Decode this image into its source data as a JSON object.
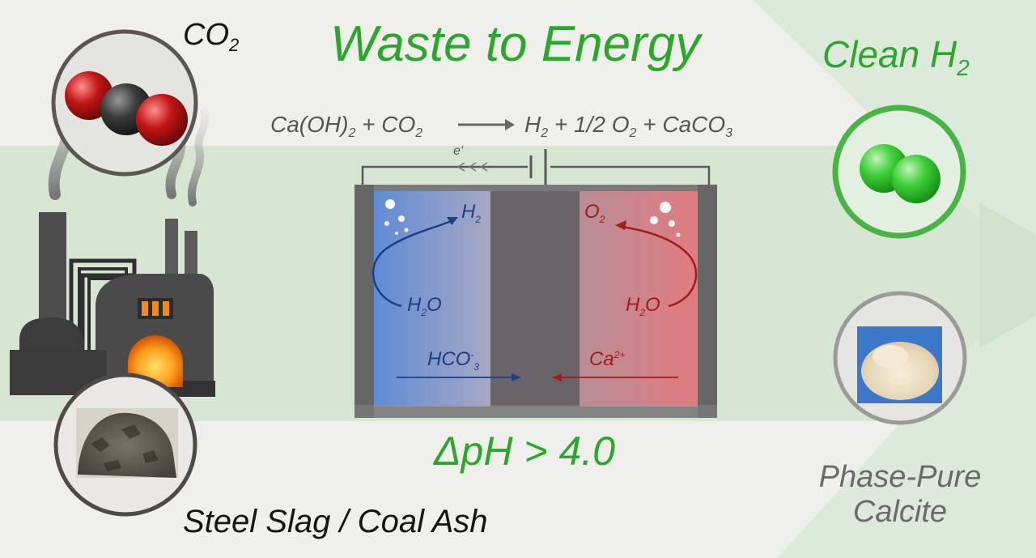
{
  "title": "Waste to Energy",
  "inputs": {
    "gas_main": "CO",
    "gas_sub": "2",
    "solid": "Steel Slag / Coal Ash"
  },
  "outputs": {
    "gas_main": "Clean H",
    "gas_sub": "2",
    "solid_line1": "Phase-Pure",
    "solid_line2": "Calcite"
  },
  "equation": {
    "r1_main": "Ca(OH)",
    "r1_sub": "2",
    "plus1": " + ",
    "r2_main": "CO",
    "r2_sub": "2",
    "p1_main": "H",
    "p1_sub": "2",
    "mid": " + 1/2 O",
    "p2_sub": "2",
    "plus3": " + CaCO",
    "p3_sub": "3"
  },
  "cell": {
    "electron": "e'",
    "cathode_gas_main": "H",
    "cathode_gas_sub": "2",
    "anode_gas_main": "O",
    "anode_gas_sub": "2",
    "water_main": "H",
    "water_sub": "2",
    "water_end": "O",
    "anion_main": "HCO",
    "anion_sub": "3",
    "anion_charge": "-",
    "cation_main": "Ca",
    "cation_charge": "2+"
  },
  "delta_ph": "ΔpH > 4.0",
  "colors": {
    "accent_green": "#2ba82b",
    "cathode_blue": "#5f8bd6",
    "anode_red": "#e07c80",
    "membrane": "#6a6368"
  }
}
